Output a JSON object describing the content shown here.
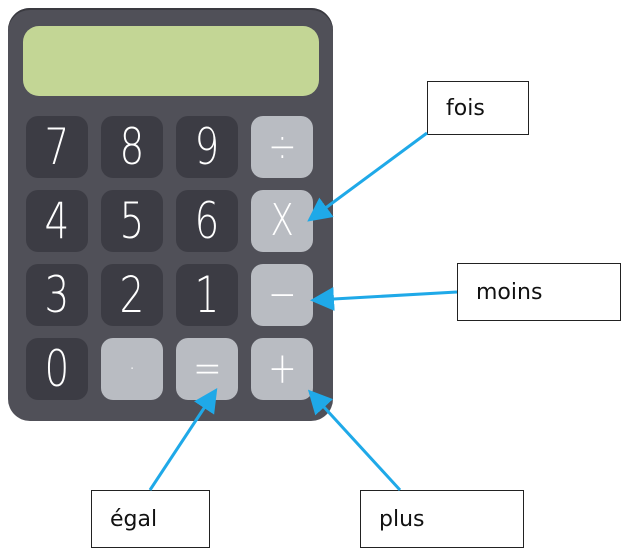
{
  "calculator": {
    "keys": {
      "k7": "7",
      "k8": "8",
      "k9": "9",
      "divide": "÷",
      "k4": "4",
      "k5": "5",
      "k6": "6",
      "multiply": "X",
      "k3": "3",
      "k2": "2",
      "k1": "1",
      "minus": "−",
      "k0": "0",
      "dot": "·",
      "equals": "=",
      "plus": "+"
    }
  },
  "labels": {
    "fois": "fois",
    "moins": "moins",
    "egal": "égal",
    "plus": "plus"
  },
  "colors": {
    "body": "#505058",
    "display": "#c3d695",
    "dark_key": "#3c3c44",
    "light_key": "#b9bcc2",
    "arrow": "#1fa9e8"
  }
}
